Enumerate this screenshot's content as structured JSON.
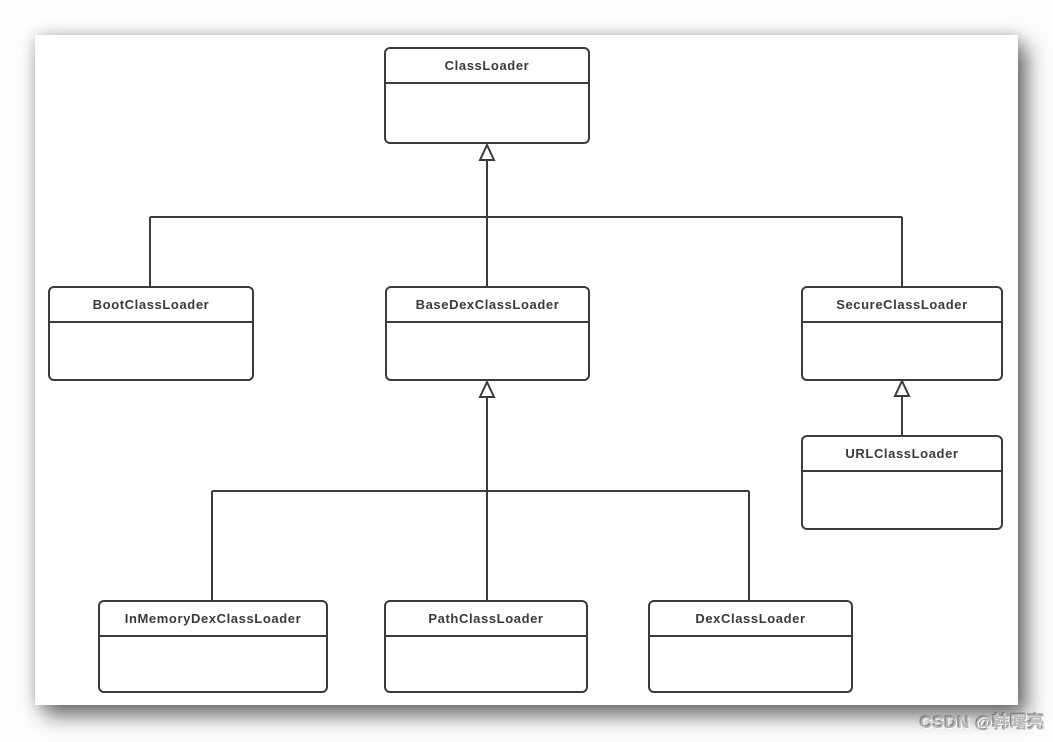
{
  "diagram": {
    "type": "uml-class-hierarchy",
    "nodes": [
      {
        "label": "ClassLoader"
      },
      {
        "label": "BootClassLoader"
      },
      {
        "label": "BaseDexClassLoader"
      },
      {
        "label": "SecureClassLoader"
      },
      {
        "label": "URLClassLoader"
      },
      {
        "label": "InMemoryDexClassLoader"
      },
      {
        "label": "PathClassLoader"
      },
      {
        "label": "DexClassLoader"
      }
    ],
    "edges": [
      {
        "from": "BootClassLoader",
        "to": "ClassLoader",
        "type": "inheritance"
      },
      {
        "from": "BaseDexClassLoader",
        "to": "ClassLoader",
        "type": "inheritance"
      },
      {
        "from": "SecureClassLoader",
        "to": "ClassLoader",
        "type": "inheritance"
      },
      {
        "from": "URLClassLoader",
        "to": "SecureClassLoader",
        "type": "inheritance"
      },
      {
        "from": "InMemoryDexClassLoader",
        "to": "BaseDexClassLoader",
        "type": "inheritance"
      },
      {
        "from": "PathClassLoader",
        "to": "BaseDexClassLoader",
        "type": "inheritance"
      },
      {
        "from": "DexClassLoader",
        "to": "BaseDexClassLoader",
        "type": "inheritance"
      }
    ],
    "colors": {
      "line": "#3b3b3b",
      "node_border": "#3b3b3b",
      "node_background": "#ffffff",
      "text": "#3a3a3a"
    }
  },
  "watermark": {
    "text": "CSDN @韩曙亮"
  }
}
